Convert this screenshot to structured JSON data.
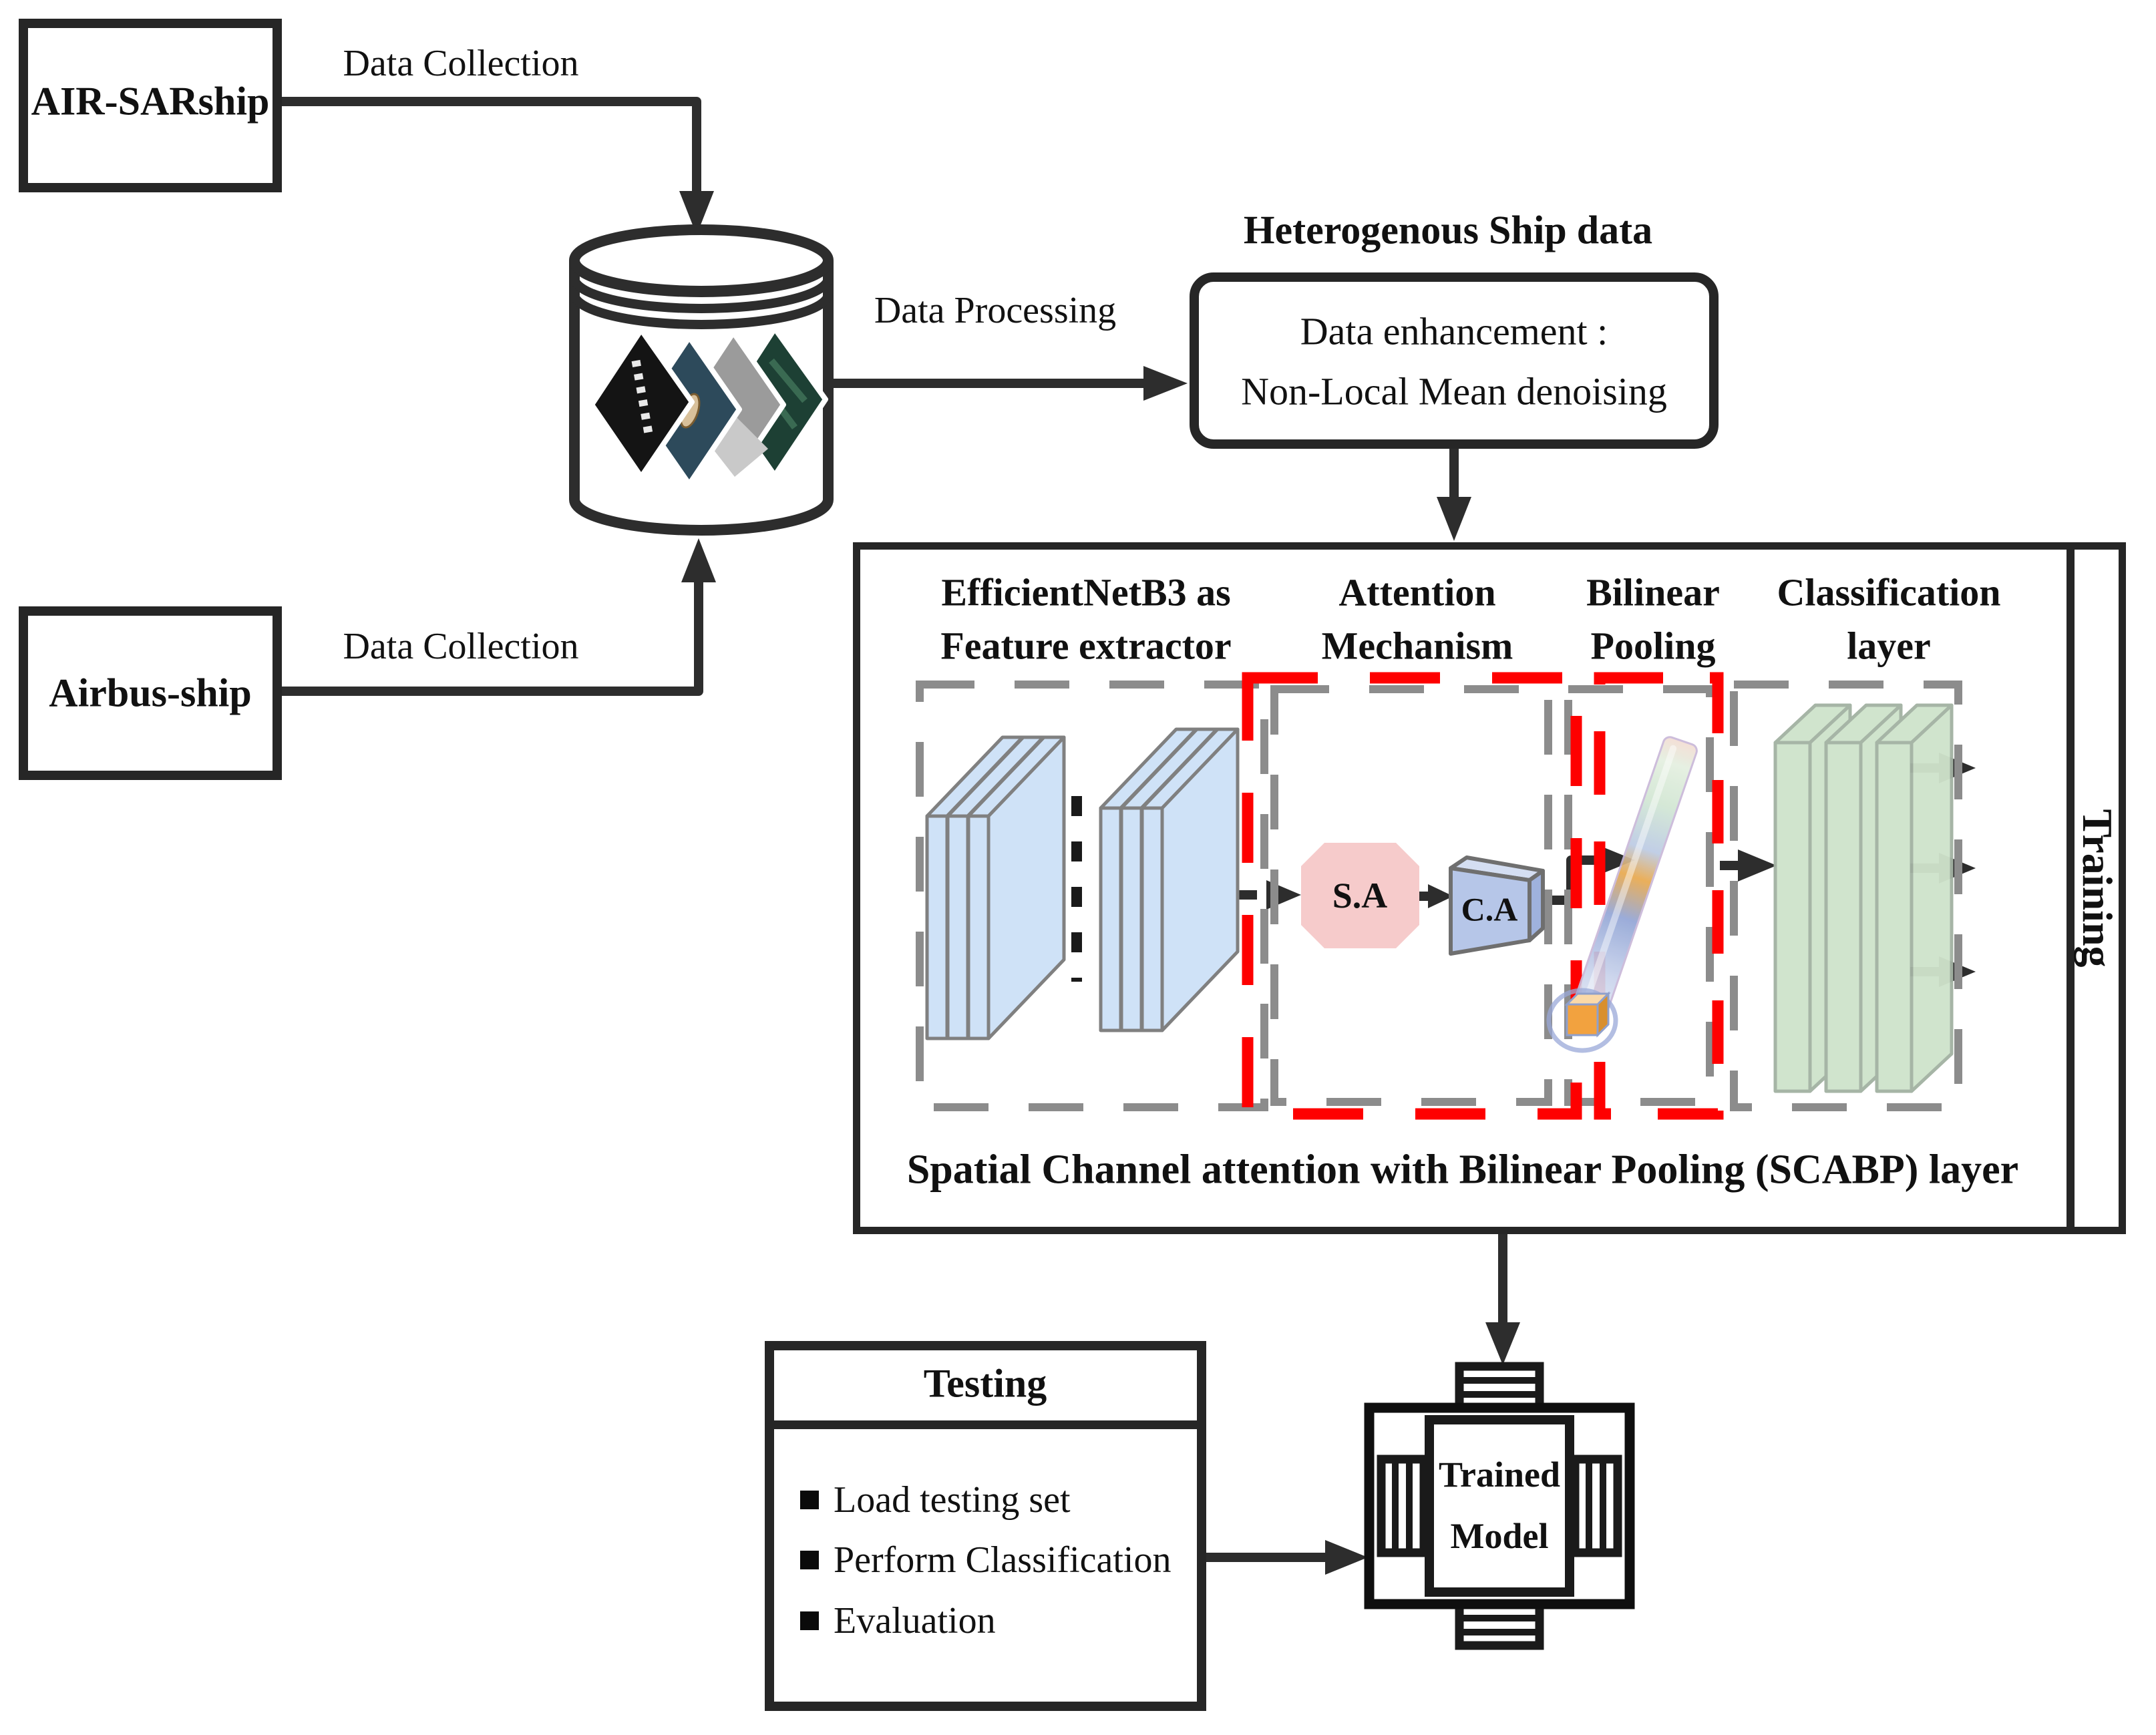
{
  "sources": {
    "airsarship": "AIR-SARship",
    "airbus": "Airbus-ship"
  },
  "labels": {
    "data_collection_top": "Data Collection",
    "data_collection_bottom": "Data Collection",
    "data_processing": "Data Processing"
  },
  "enhancement": {
    "title": "Heterogenous Ship data",
    "line1": "Data enhancement :",
    "line2": "Non-Local Mean denoising"
  },
  "training": {
    "side_label": "Training",
    "columns": [
      {
        "line1": "EfficientNetB3 as",
        "line2": "Feature extractor"
      },
      {
        "line1": "Attention",
        "line2": "Mechanism"
      },
      {
        "line1": "Bilinear",
        "line2": "Pooling"
      },
      {
        "line1": "Classification",
        "line2": "layer"
      }
    ],
    "sa_label": "S.A",
    "ca_label": "C.A",
    "caption": "Spatial Channel attention with Bilinear Pooling (SCABP) layer"
  },
  "testing": {
    "title": "Testing",
    "items": [
      "Load testing set",
      "Perform Classification",
      "Evaluation"
    ]
  },
  "model": {
    "line1": "Trained",
    "line2": "Model"
  },
  "colors": {
    "line": "#2d2d2d",
    "dash_gray": "#8c8c8c",
    "dash_red": "#fe0000",
    "feature_slab_blue": "#cfe2f7",
    "classification_slab_green": "#cfe3cb",
    "spatial_attention_pink": "#f6cbcb",
    "channel_attention_blue": "#b6c6e8",
    "pooling_orange": "#f2a23f"
  }
}
